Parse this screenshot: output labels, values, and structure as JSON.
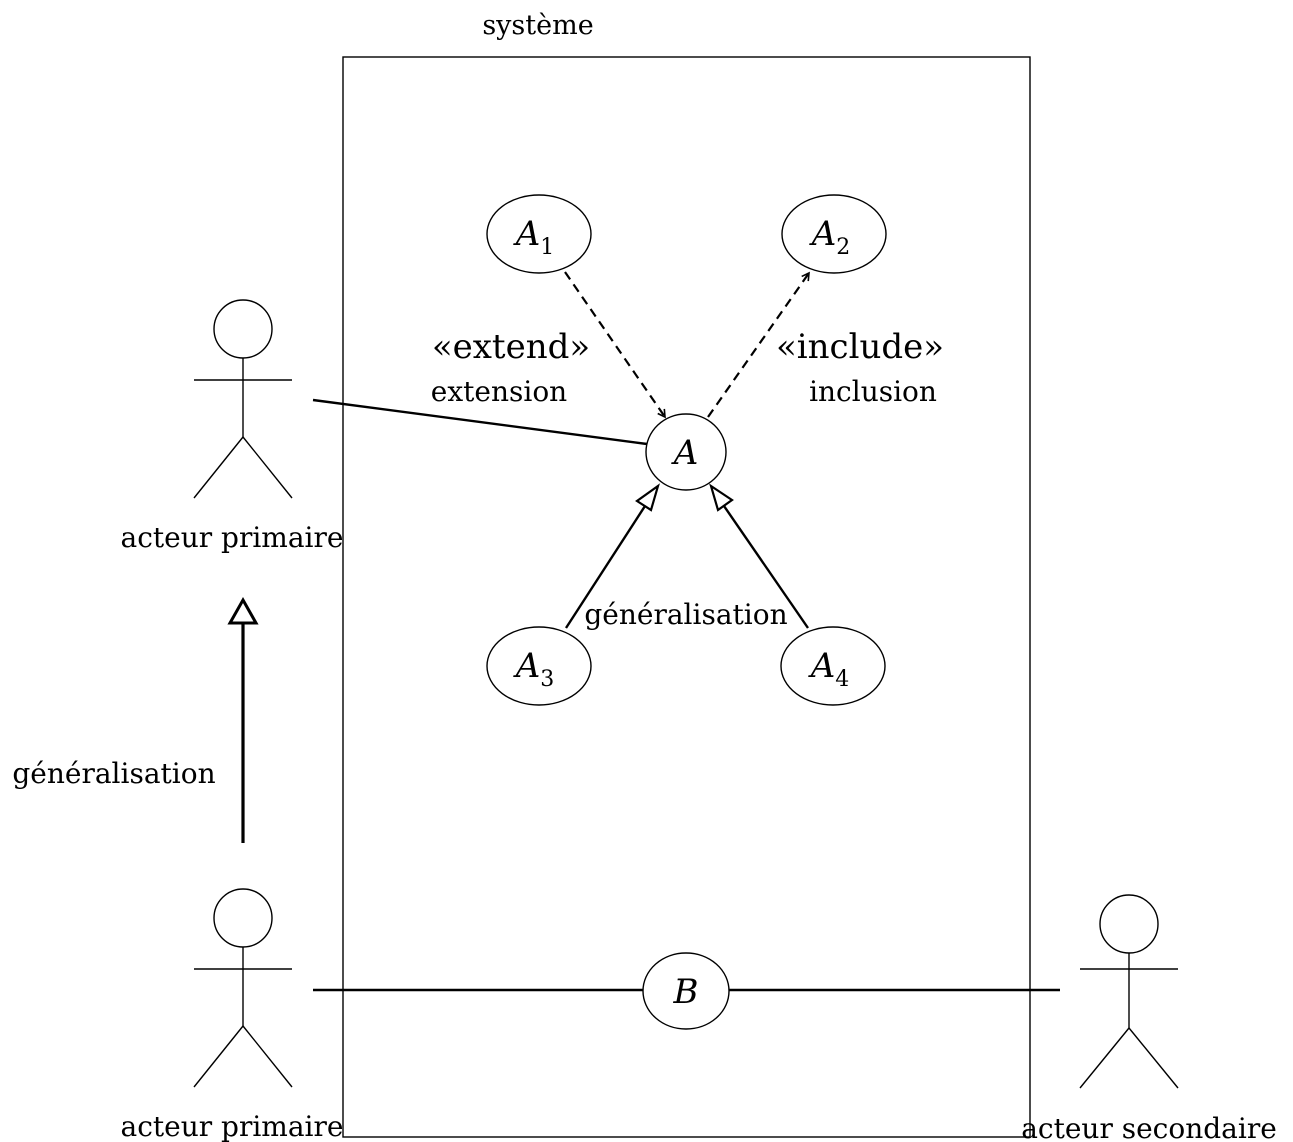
{
  "system": {
    "label": "système"
  },
  "use_cases": {
    "a1": {
      "name": "A",
      "sub": "1"
    },
    "a2": {
      "name": "A",
      "sub": "2"
    },
    "a": {
      "name": "A"
    },
    "a3": {
      "name": "A",
      "sub": "3"
    },
    "a4": {
      "name": "A",
      "sub": "4"
    },
    "b": {
      "name": "B"
    }
  },
  "relations": {
    "extend": {
      "stereotype": "«extend»",
      "label": "extension"
    },
    "include": {
      "stereotype": "«include»",
      "label": "inclusion"
    },
    "usecase_generalization": {
      "label": "généralisation"
    },
    "actor_generalization": {
      "label": "généralisation"
    }
  },
  "actors": {
    "primary_top": {
      "label": "acteur primaire"
    },
    "primary_bottom": {
      "label": "acteur primaire"
    },
    "secondary": {
      "label": "acteur secondaire"
    }
  }
}
